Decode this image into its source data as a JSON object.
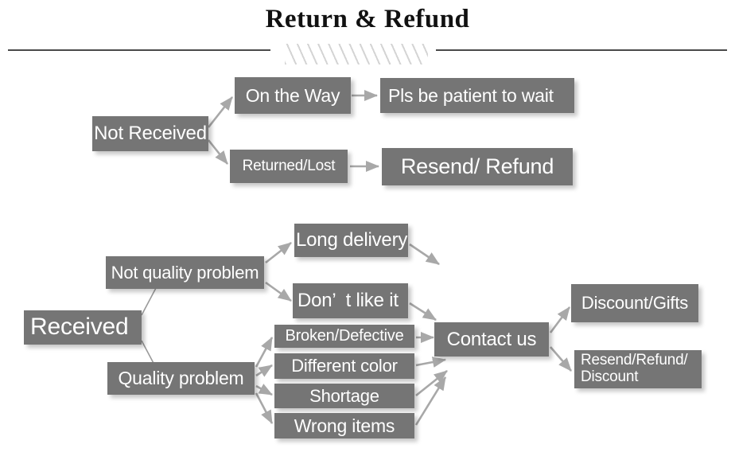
{
  "header": {
    "title": "Return & Refund",
    "divider_icon": "diagonal-hatch-divider"
  },
  "flow_not_received": {
    "root": "Not Received",
    "branches": [
      {
        "label": "On the Way",
        "result": "Pls be patient to wait"
      },
      {
        "label": "Returned/Lost",
        "result": "Resend/ Refund"
      }
    ]
  },
  "flow_received": {
    "root": "Received",
    "not_quality": {
      "label": "Not quality problem",
      "reasons": [
        "Long delivery",
        "Don’  t like it"
      ]
    },
    "quality": {
      "label": "Quality problem",
      "reasons": [
        "Broken/Defective",
        "Different color",
        "Shortage",
        "Wrong items"
      ]
    },
    "contact": "Contact us",
    "outcomes": [
      "Discount/Gifts",
      "Resend/Refund/\nDiscount"
    ]
  },
  "colors": {
    "box_fill": "#757575",
    "box_text": "#ffffff",
    "arrow": "#a8a8a8",
    "rule": "#4a4a4a",
    "hatch": "#d2d2d2",
    "title_text": "#111111",
    "background": "#ffffff"
  }
}
